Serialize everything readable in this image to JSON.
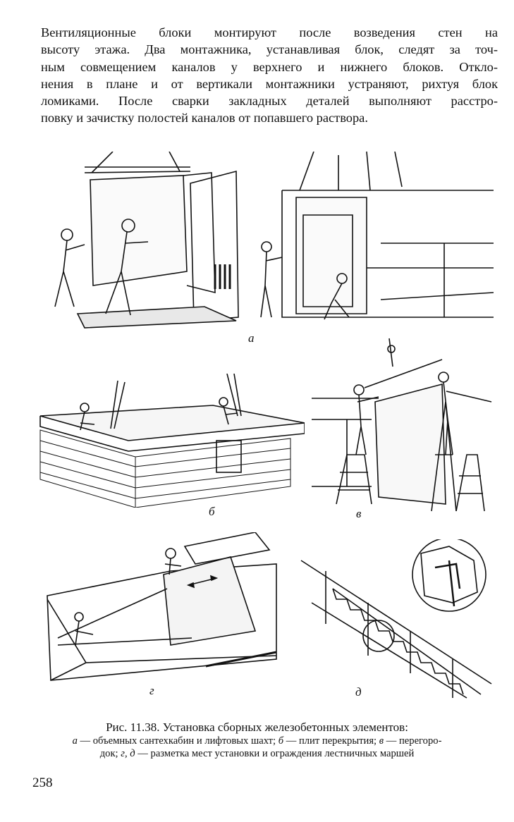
{
  "paragraph": {
    "lines": [
      "Вентиляционные блоки монтируют после возведения стен на",
      "высоту этажа. Два монтажника, устанавливая блок, следят за точ-",
      "ным совмещением каналов у верхнего и нижнего блоков. Откло-",
      "нения в плане и от вертикали монтажники устраняют, рихтуя блок",
      "ломиками. После сварки закладных деталей выполняют расстро-",
      "повку и зачистку полостей каналов от попавшего раствора."
    ]
  },
  "figures": {
    "a": {
      "label": "а"
    },
    "b": {
      "label": "б"
    },
    "v": {
      "label": "в"
    },
    "g": {
      "label": "г"
    },
    "d": {
      "label": "д"
    }
  },
  "caption": {
    "title": "Рис. 11.38. Установка сборных железобетонных элементов:",
    "line1_a": "а",
    "line1_text_a": " — объемных сантехкабин и лифтовых шахт; ",
    "line1_b": "б",
    "line1_text_b": " — плит перекрытия; ",
    "line1_v": "в",
    "line1_text_v": " — перегоро-",
    "line2_text_start": "док; ",
    "line2_g": "г",
    "line2_comma": ", ",
    "line2_d": "д",
    "line2_text_end": " — разметка мест установки и ограждения лестничных маршей"
  },
  "page_number": "258"
}
